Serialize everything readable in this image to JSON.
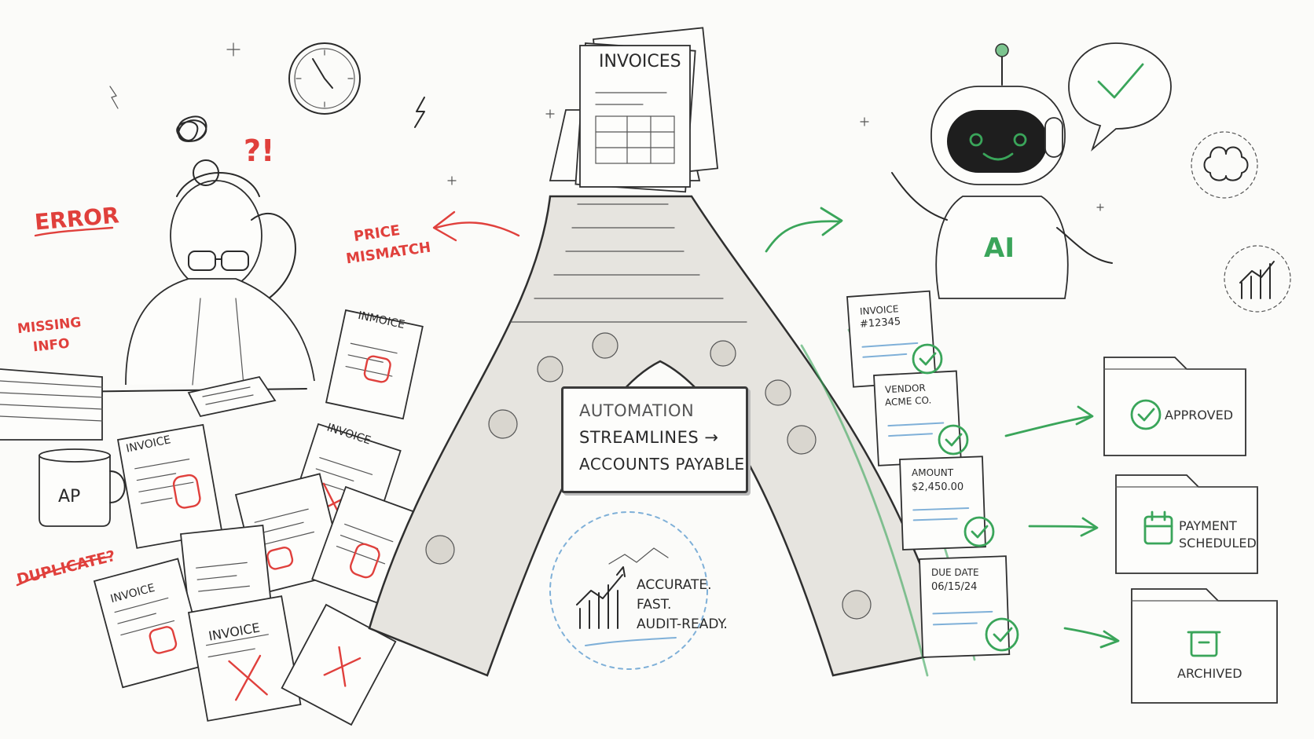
{
  "left_annotations": {
    "error": "ERROR",
    "question": "?!",
    "price_mismatch_line1": "PRICE",
    "price_mismatch_line2": "MISMATCH",
    "missing_info_line1": "MISSING",
    "missing_info_line2": "INFO",
    "duplicate": "DUPLICATE?",
    "mug_label": "AP",
    "invoice_word": "INVOICE",
    "invoice_variant": "INMOICE"
  },
  "top_stack": {
    "title": "INVOICES"
  },
  "sign": {
    "line1": "AUTOMATION",
    "line2": "STREAMLINES →",
    "line3": "ACCOUNTS PAYABLE"
  },
  "tagline": {
    "line1": "ACCURATE.",
    "line2": "FAST.",
    "line3": "AUDIT-READY."
  },
  "robot": {
    "chest_label": "AI"
  },
  "right_docs": [
    {
      "line1": "INVOICE",
      "line2": "#12345"
    },
    {
      "line1": "VENDOR",
      "line2": "ACME CO."
    },
    {
      "line1": "AMOUNT",
      "line2": "$2,450.00"
    },
    {
      "line1": "DUE DATE",
      "line2": "06/15/24"
    }
  ],
  "folders": [
    {
      "line1": "APPROVED",
      "line2": ""
    },
    {
      "line1": "PAYMENT",
      "line2": "SCHEDULED"
    },
    {
      "line1": "ARCHIVED",
      "line2": ""
    }
  ],
  "colors": {
    "error_red": "#e0403c",
    "success_green": "#3aa55a",
    "accent_blue": "#7fb0d8",
    "ink": "#2a2a2a"
  },
  "icons": [
    "clock-icon",
    "lightning-icon",
    "check-speech-bubble-icon",
    "brain-icon",
    "growth-chart-icon",
    "checkmark-icon",
    "calendar-icon",
    "archive-box-icon"
  ]
}
